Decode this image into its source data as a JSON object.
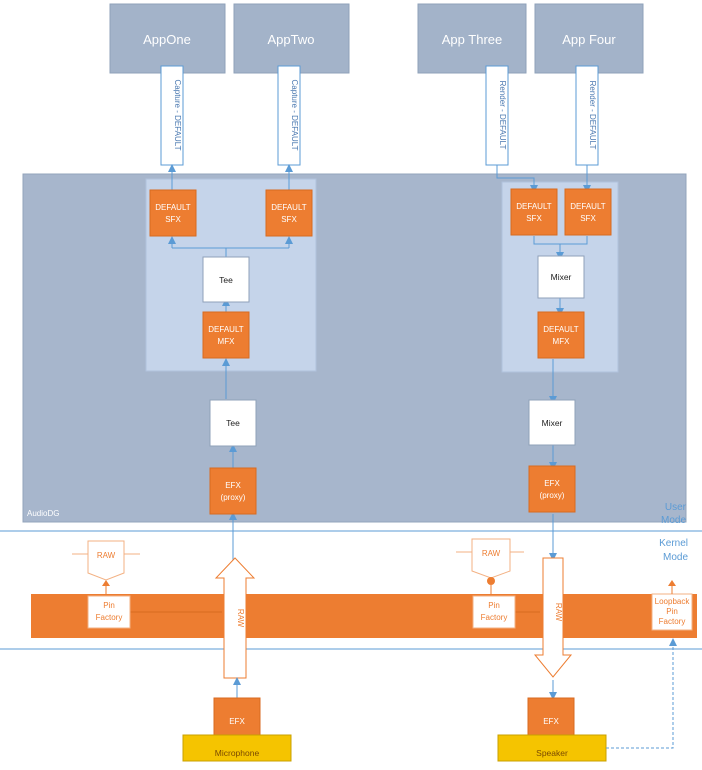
{
  "apps": {
    "app_one": "AppOne",
    "app_two": "AppTwo",
    "app_three": "App Three",
    "app_four": "App Four"
  },
  "streams": {
    "capture": "Capture - DEFAULT",
    "render": "Render - DEFAULT"
  },
  "processing": {
    "sfx_line1": "DEFAULT",
    "sfx_line2": "SFX",
    "mfx_line1": "DEFAULT",
    "mfx_line2": "MFX",
    "tee": "Tee",
    "mixer": "Mixer",
    "efx_proxy_line1": "EFX",
    "efx_proxy_line2": "(proxy)",
    "audiodg": "AudioDG"
  },
  "modes": {
    "user_line1": "User",
    "user_line2": "Mode",
    "kernel_line1": "Kernel",
    "kernel_line2": "Mode"
  },
  "kernel": {
    "raw": "RAW",
    "pin_line1": "Pin",
    "pin_line2": "Factory",
    "loopback_line1": "Loopback",
    "loopback_line2": "Pin",
    "loopback_line3": "Factory",
    "efx": "EFX"
  },
  "devices": {
    "microphone": "Microphone",
    "speaker": "Speaker"
  },
  "colors": {
    "accent_orange": "#ed7d31",
    "panel_blue": "#a3b3c9",
    "line_blue": "#5b9bd5",
    "device_yellow": "#f5c400"
  }
}
